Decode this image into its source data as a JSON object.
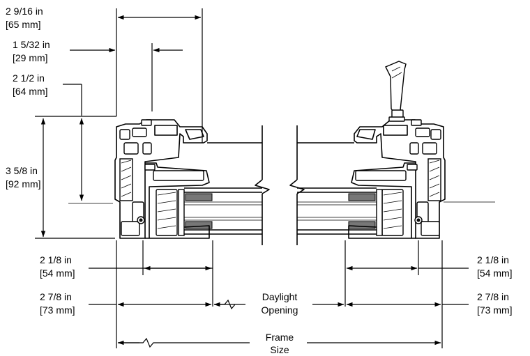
{
  "dimensions": {
    "head_width": {
      "imperial": "2 9/16 in",
      "metric": "[65 mm]"
    },
    "sash_offset": {
      "imperial": "1 5/32 in",
      "metric": "[29 mm]"
    },
    "interior_height": {
      "imperial": "2 1/2 in",
      "metric": "[64 mm]"
    },
    "frame_height": {
      "imperial": "3 5/8 in",
      "metric": "[92 mm]"
    },
    "left_sightline": {
      "imperial": "2 1/8 in",
      "metric": "[54 mm]"
    },
    "left_frame_depth": {
      "imperial": "2 7/8 in",
      "metric": "[73 mm]"
    },
    "right_sightline": {
      "imperial": "2 1/8 in",
      "metric": "[54 mm]"
    },
    "right_frame_depth": {
      "imperial": "2 7/8 in",
      "metric": "[73 mm]"
    }
  },
  "labels": {
    "daylight_line1": "Daylight",
    "daylight_line2": "Opening",
    "frame_line1": "Frame",
    "frame_line2": "Size"
  },
  "colors": {
    "ink": "#000000",
    "background": "#ffffff",
    "glass_gray": "#777777"
  }
}
